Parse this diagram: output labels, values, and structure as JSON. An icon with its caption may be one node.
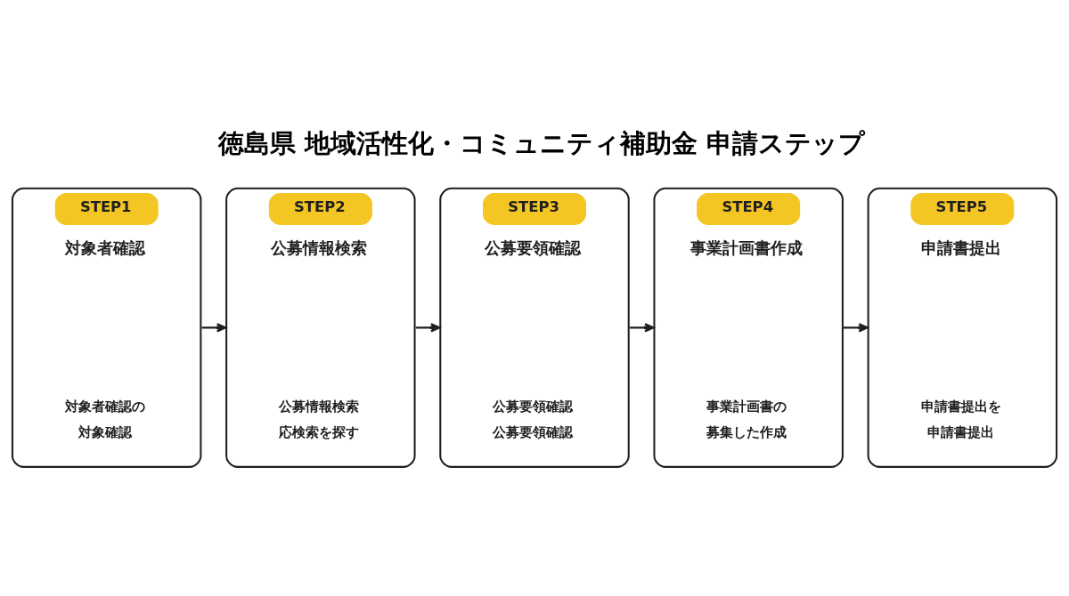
{
  "diagram": {
    "title": "徳島県 地域活性化・コミュニティ補助金 申請ステップ",
    "nodes": [
      {
        "text": [
          "STEP1",
          "対象者確認",
          "対象者確認の対象確認"
        ]
      },
      {
        "text": [
          "STEP2",
          "公募情報検索",
          "公募情報検索応検索を探す"
        ]
      },
      {
        "text": [
          "STEP3",
          "公募要領確認",
          "公募要領確認公募要領確認"
        ]
      },
      {
        "text": [
          "STEP4",
          "事業計画書作成",
          "事業計画書の募集した作成"
        ]
      },
      {
        "text": [
          "STEP5",
          "申請書提出",
          "申請書提出を申請書提出"
        ]
      }
    ],
    "edges": [
      {
        "from": 0,
        "to": 1,
        "arrow": "to"
      },
      {
        "from": 1,
        "to": 2,
        "arrow": "to"
      },
      {
        "from": 2,
        "to": 3,
        "arrow": "to"
      },
      {
        "from": 3,
        "to": 4,
        "arrow": "to"
      }
    ]
  }
}
